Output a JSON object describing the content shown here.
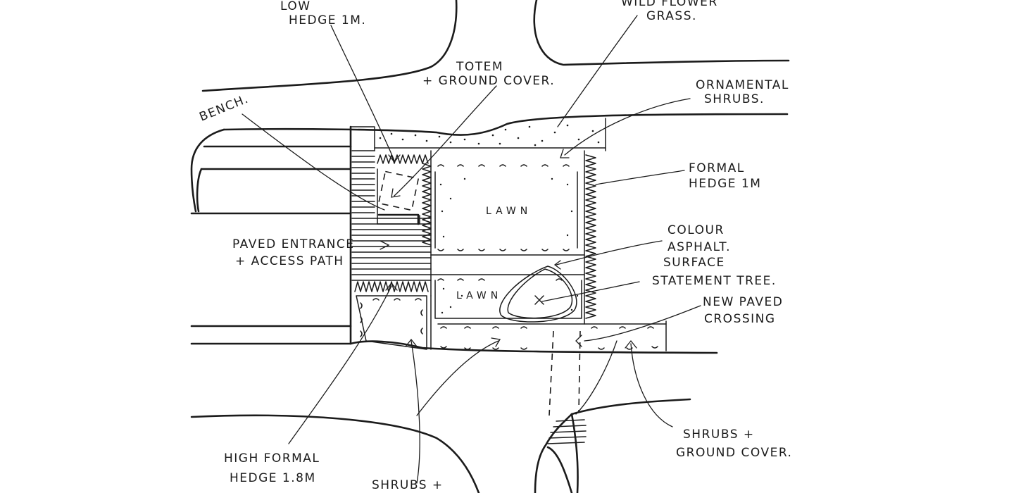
{
  "labels": {
    "low_hedge": [
      "LOW",
      "HEDGE 1M."
    ],
    "wild_flower": [
      "WILD FLOWER",
      "GRASS."
    ],
    "totem": [
      "TOTEM",
      "+ GROUND COVER."
    ],
    "ornamental": [
      "ORNAMENTAL",
      "SHRUBS."
    ],
    "bench": "BENCH.",
    "formal_hedge": [
      "FORMAL",
      "HEDGE 1M"
    ],
    "lawn_1": "LAWN",
    "lawn_2": "LAWN",
    "paved_entrance": [
      "PAVED ENTRANCE",
      "+ ACCESS PATH"
    ],
    "colour_asphalt": [
      "COLOUR",
      "ASPHALT.",
      "SURFACE"
    ],
    "statement_tree": "STATEMENT TREE.",
    "new_paved": [
      "NEW PAVED",
      "CROSSING"
    ],
    "shrubs_ground_right": [
      "SHRUBS +",
      "GROUND COVER."
    ],
    "high_hedge": [
      "HIGH FORMAL",
      "HEDGE 1.8M"
    ],
    "shrubs_bottom": "SHRUBS +"
  },
  "colors": {
    "ink": "#1b1b1b",
    "paper": "#ffffff"
  }
}
